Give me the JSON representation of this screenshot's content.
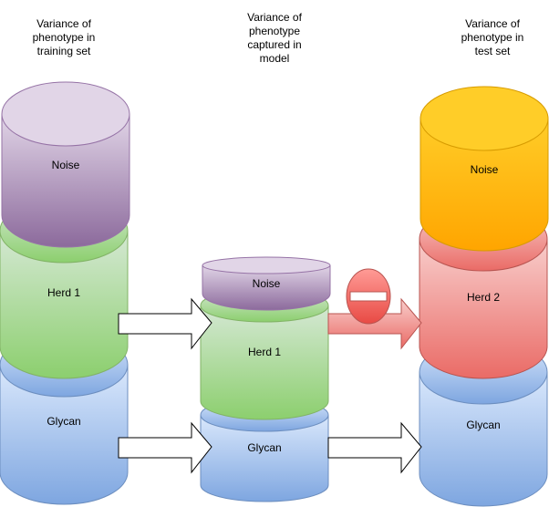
{
  "headers": {
    "training": "Variance of\nphenotype in\ntraining set",
    "model": "Variance of\nphenotype\ncaptured in\nmodel",
    "test": "Variance of\nphenotype in\ntest set"
  },
  "cylinders": {
    "training_noise": "Noise",
    "training_herd": "Herd 1",
    "training_glycan": "Glycan",
    "model_noise": "Noise",
    "model_herd": "Herd 1",
    "model_glycan": "Glycan",
    "test_noise": "Noise",
    "test_herd": "Herd 2",
    "test_glycan": "Glycan"
  },
  "colors": {
    "purple": "#a680b8",
    "green": "#97d077",
    "blue": "#7ea6e0",
    "orange": "#ffa500",
    "red": "#ea6b66",
    "minus": "#ff6666"
  }
}
